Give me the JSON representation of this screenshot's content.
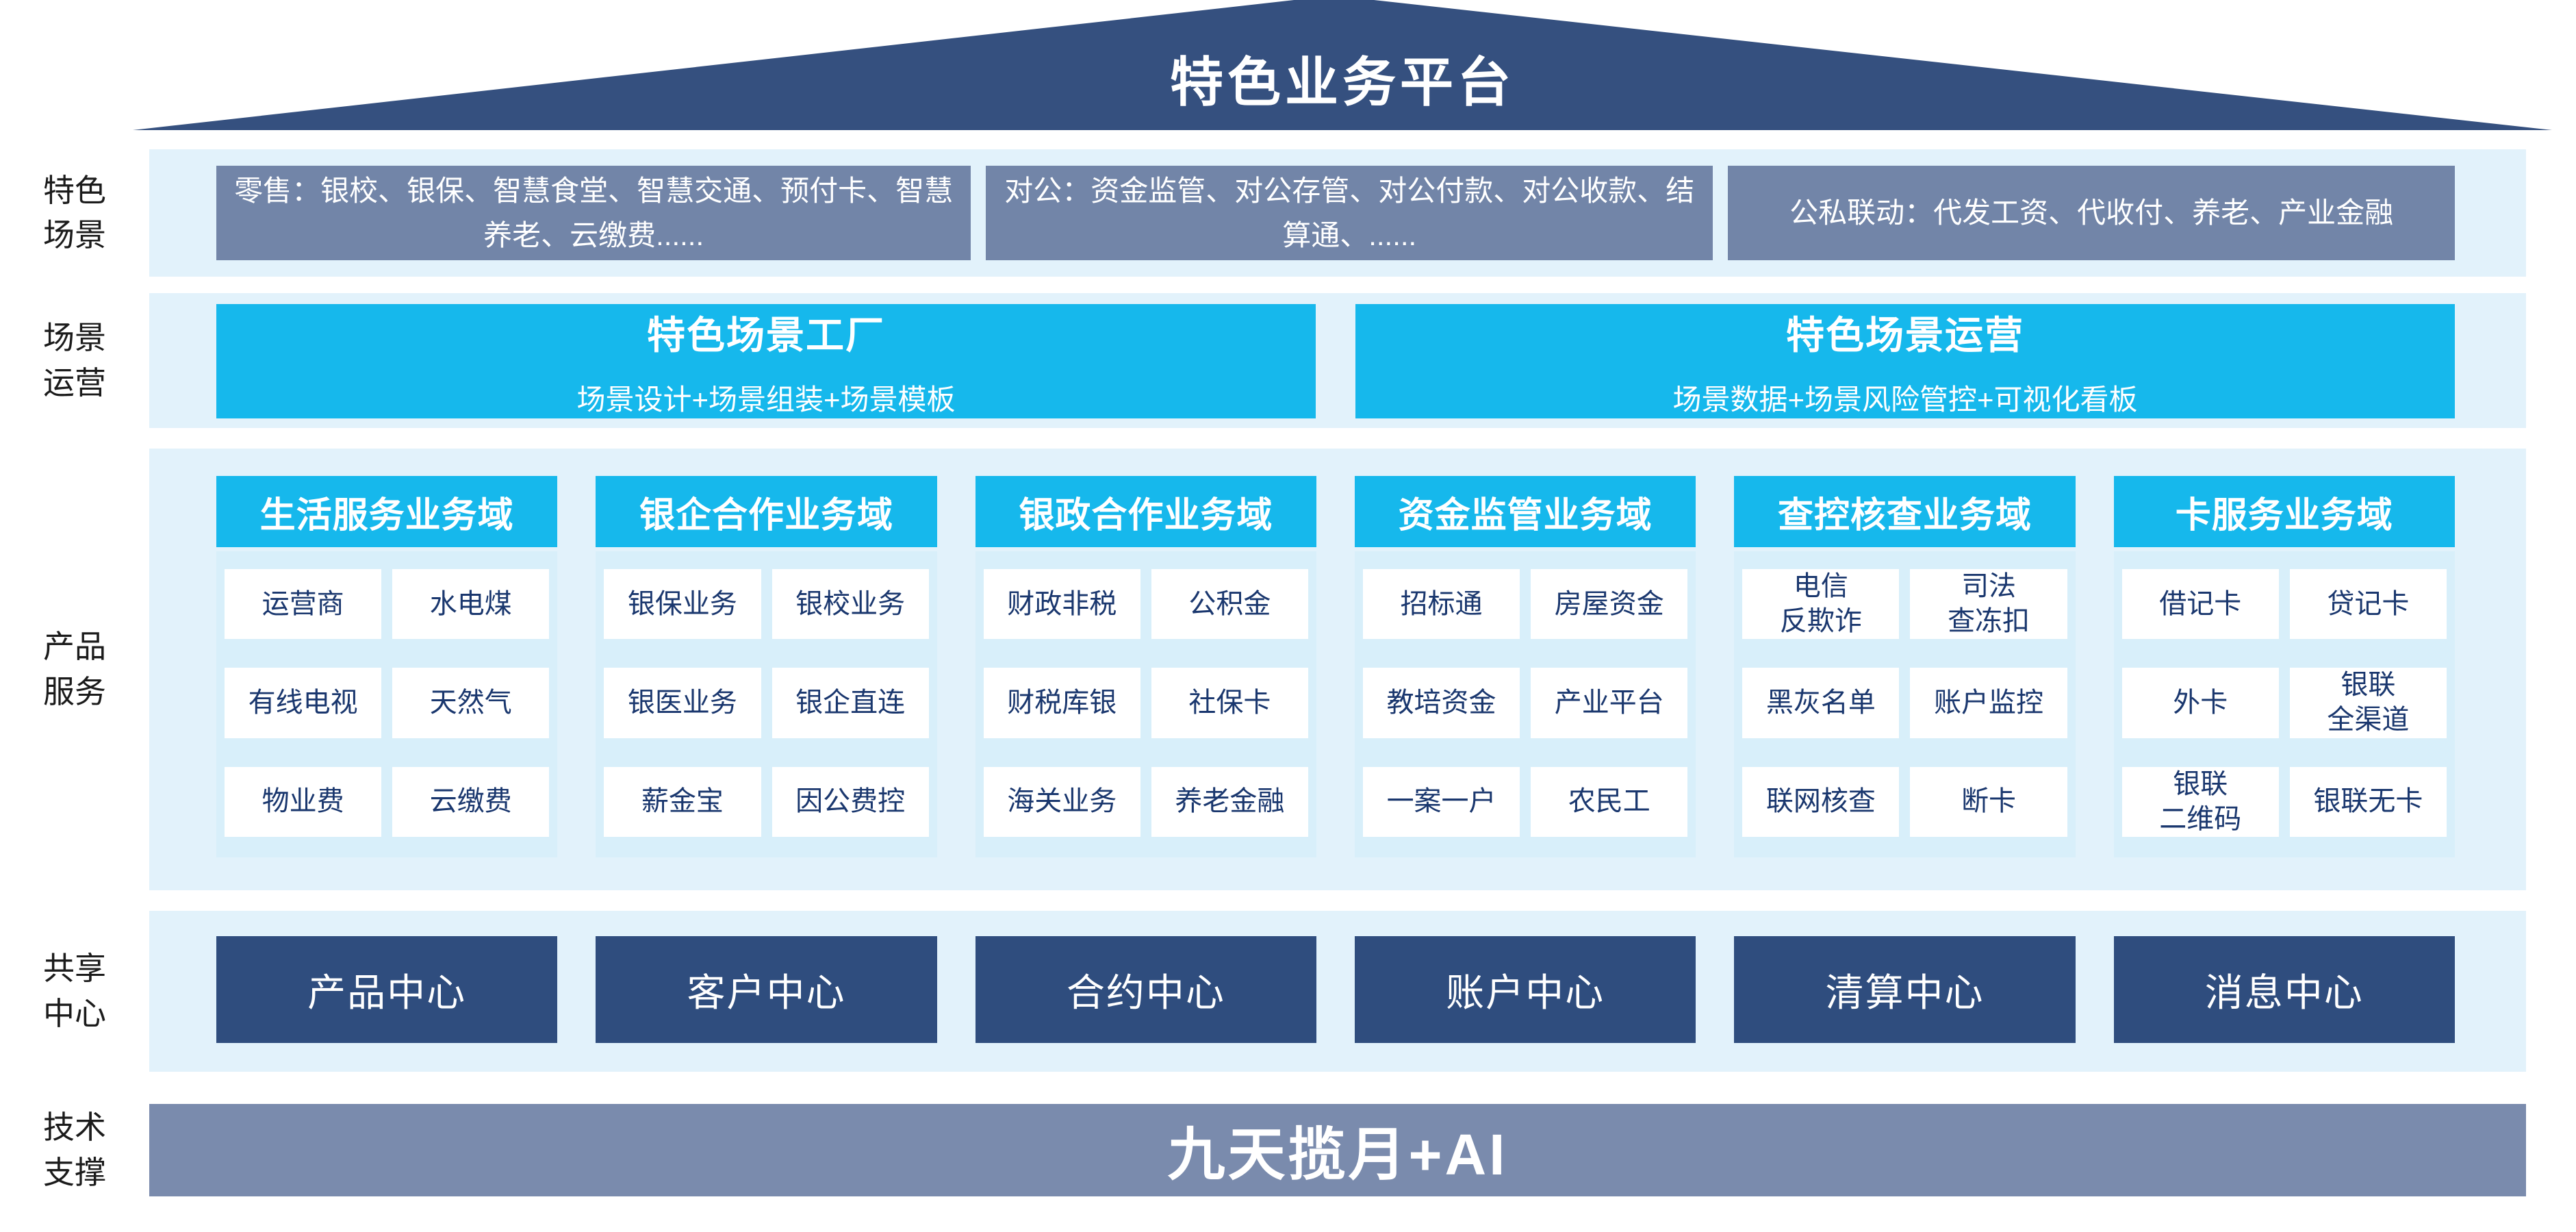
{
  "platform": {
    "title": "特色业务平台"
  },
  "rows": {
    "scenes": {
      "label": "特色\n场景",
      "boxes": [
        "零售：银校、银保、智慧食堂、智慧交通、预付卡、智慧养老、云缴费......",
        "对公：资金监管、对公存管、对公付款、对公收款、结算通、......",
        "公私联动：代发工资、代收付、养老、产业金融"
      ]
    },
    "operation": {
      "label": "场景\n运营",
      "boxes": [
        {
          "title": "特色场景工厂",
          "subtitle": "场景设计+场景组装+场景模板"
        },
        {
          "title": "特色场景运营",
          "subtitle": "场景数据+场景风险管控+可视化看板"
        }
      ]
    },
    "products": {
      "label": "产品\n服务",
      "domains": [
        {
          "title": "生活服务业务域",
          "items": [
            "运营商",
            "水电煤",
            "有线电视",
            "天然气",
            "物业费",
            "云缴费"
          ]
        },
        {
          "title": "银企合作业务域",
          "items": [
            "银保业务",
            "银校业务",
            "银医业务",
            "银企直连",
            "薪金宝",
            "因公费控"
          ]
        },
        {
          "title": "银政合作业务域",
          "items": [
            "财政非税",
            "公积金",
            "财税库银",
            "社保卡",
            "海关业务",
            "养老金融"
          ]
        },
        {
          "title": "资金监管业务域",
          "items": [
            "招标通",
            "房屋资金",
            "教培资金",
            "产业平台",
            "一案一户",
            "农民工"
          ]
        },
        {
          "title": "查控核查业务域",
          "items": [
            "电信\n反欺诈",
            "司法\n查冻扣",
            "黑灰名单",
            "账户监控",
            "联网核查",
            "断卡"
          ]
        },
        {
          "title": "卡服务业务域",
          "items": [
            "借记卡",
            "贷记卡",
            "外卡",
            "银联\n全渠道",
            "银联\n二维码",
            "银联无卡"
          ]
        }
      ]
    },
    "centers": {
      "label": "共享\n中心",
      "boxes": [
        "产品中心",
        "客户中心",
        "合约中心",
        "账户中心",
        "清算中心",
        "消息中心"
      ]
    },
    "tech": {
      "label": "技术\n支撑",
      "title": "九天揽月+AI"
    }
  },
  "colors": {
    "roof": "#35507F",
    "band": "#E2F2FB",
    "scenebox": "#7285A8",
    "cyan": "#16B8EC",
    "domainbody": "#D8EFFA",
    "chipbg": "#FFFFFF",
    "chiptext": "#1A376E",
    "centerbox": "#2F4D7E",
    "techbar": "#7A8BAD",
    "label": "#1B1B1B"
  }
}
